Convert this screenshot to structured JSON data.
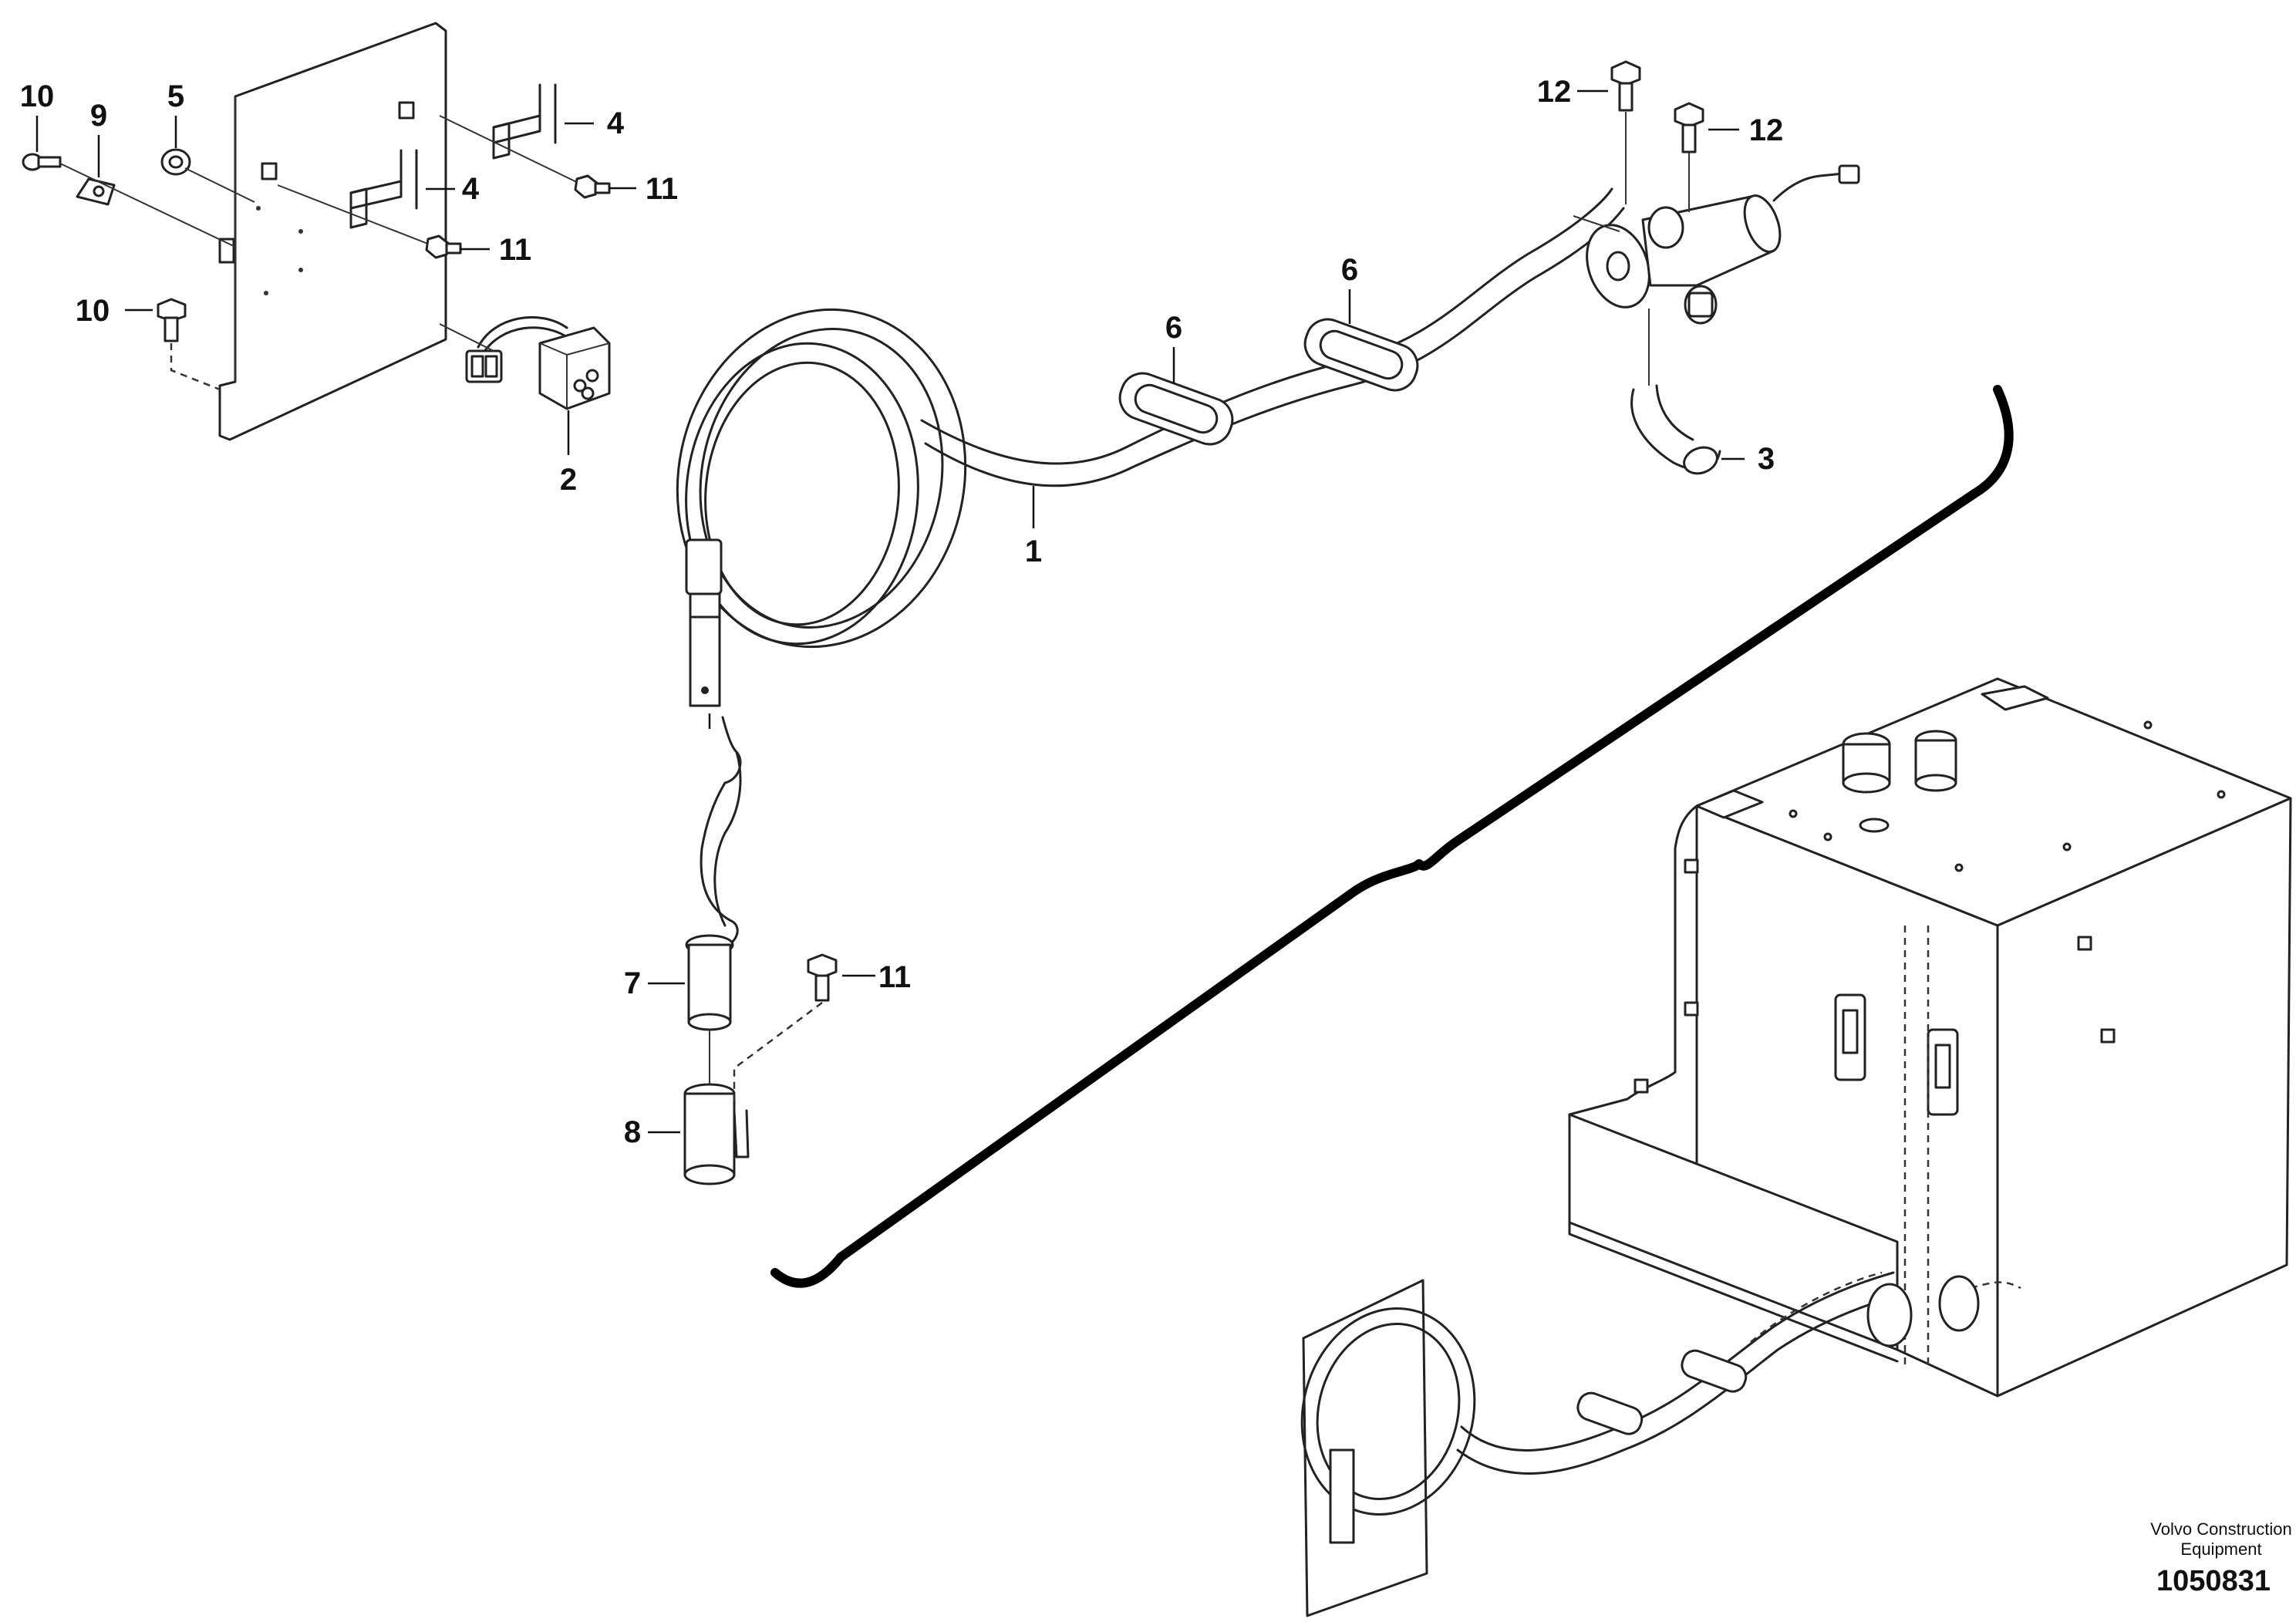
{
  "callouts": {
    "c1": "1",
    "c2": "2",
    "c3": "3",
    "c4a": "4",
    "c4b": "4",
    "c5": "5",
    "c6a": "6",
    "c6b": "6",
    "c7": "7",
    "c8": "8",
    "c9": "9",
    "c10a": "10",
    "c10b": "10",
    "c11a": "11",
    "c11b": "11",
    "c11c": "11",
    "c12a": "12",
    "c12b": "12"
  },
  "footer": {
    "company_line1": "Volvo Construction",
    "company_line2": "Equipment",
    "drawing_number": "1050831"
  }
}
